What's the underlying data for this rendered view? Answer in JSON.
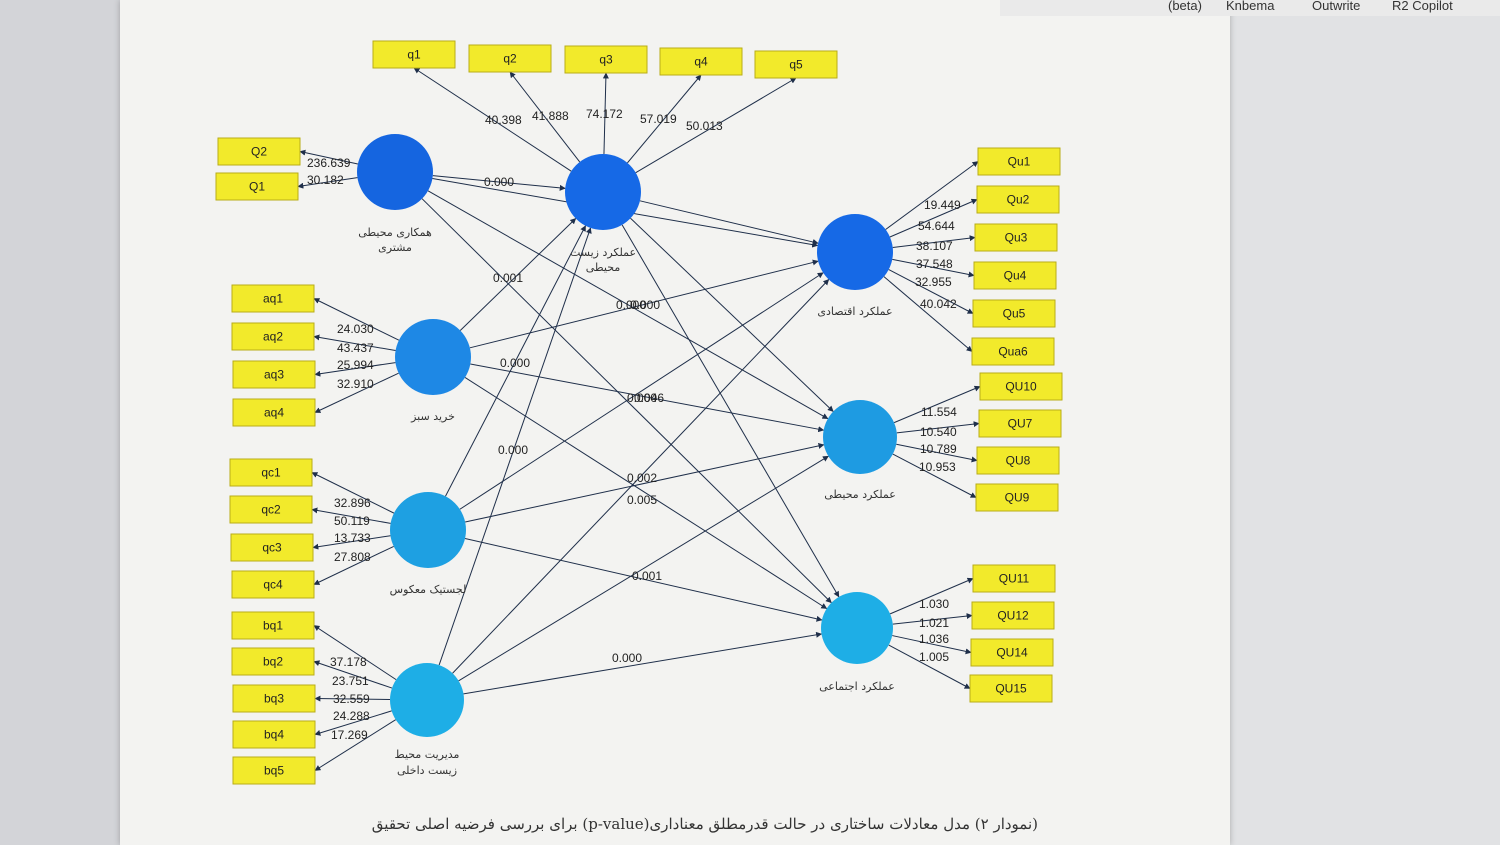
{
  "top_tabs": [
    "(beta)",
    "Knbema",
    "Outwrite",
    "R2 Copilot"
  ],
  "caption": "(نمودار ۲) مدل معادلات ساختاری در حالت قدرمطلق معناداری(p-value) برای بررسی فرضیه اصلی تحقیق",
  "constructs": [
    {
      "id": "hamkari",
      "name": "همکاری محیطی مشتری",
      "color": "#1565e0"
    },
    {
      "id": "zist",
      "name": "عملکرد زیست محیطی",
      "color": "#1669e6"
    },
    {
      "id": "kharid",
      "name": "خرید سبز",
      "color": "#1e88e5"
    },
    {
      "id": "lojestik",
      "name": "لجستیک معکوس",
      "color": "#1ea0e2"
    },
    {
      "id": "modiriat",
      "name": "مدیریت محیط زیست داخلی",
      "color": "#1eaee6"
    },
    {
      "id": "eqtesadi",
      "name": "عملکرد اقتصادی",
      "color": "#1669e6"
    },
    {
      "id": "mohiti",
      "name": "عملکرد محیطی",
      "color": "#1e9be2"
    },
    {
      "id": "ejtemai",
      "name": "عملکرد اجتماعی",
      "color": "#1eaee6"
    }
  ],
  "indicators": {
    "hamkari": [
      "Q2",
      "Q1"
    ],
    "zist": [
      "q1",
      "q2",
      "q3",
      "q4",
      "q5"
    ],
    "kharid": [
      "aq1",
      "aq2",
      "aq3",
      "aq4"
    ],
    "lojestik": [
      "qc1",
      "qc2",
      "qc3",
      "qc4"
    ],
    "modiriat": [
      "bq1",
      "bq2",
      "bq3",
      "bq4",
      "bq5"
    ],
    "eqtesadi": [
      "Qu1",
      "Qu2",
      "Qu3",
      "Qu4",
      "Qu5",
      "Qua6"
    ],
    "mohiti": [
      "QU10",
      "QU7",
      "QU8",
      "QU9"
    ],
    "ejtemai": [
      "QU11",
      "QU12",
      "QU14",
      "QU15"
    ]
  },
  "loadings": {
    "hamkari": [
      "236.639",
      "30.182"
    ],
    "zist": [
      "40.398",
      "41.888",
      "74.172",
      "57.019",
      "50.013"
    ],
    "kharid": [
      "24.030",
      "43.437",
      "25.994",
      "32.910"
    ],
    "lojestik": [
      "32.896",
      "50.119",
      "13.733",
      "27.808"
    ],
    "modiriat": [
      "37.178",
      "23.751",
      "32.559",
      "24.288",
      "17.269"
    ],
    "eqtesadi": [
      "19.449",
      "54.644",
      "38.107",
      "37.548",
      "32.955",
      "40.042"
    ],
    "mohiti": [
      "11.554",
      "10.540",
      "10.789",
      "10.953"
    ],
    "ejtemai": [
      "1.030",
      "1.021",
      "1.036",
      "1.005"
    ]
  },
  "path_labels": [
    "0.000",
    "0.001",
    "0.000",
    "0.000",
    "0.000",
    "0.000",
    "0.046",
    "0.000",
    "0.002",
    "0.005",
    "0.001",
    "0.000"
  ]
}
